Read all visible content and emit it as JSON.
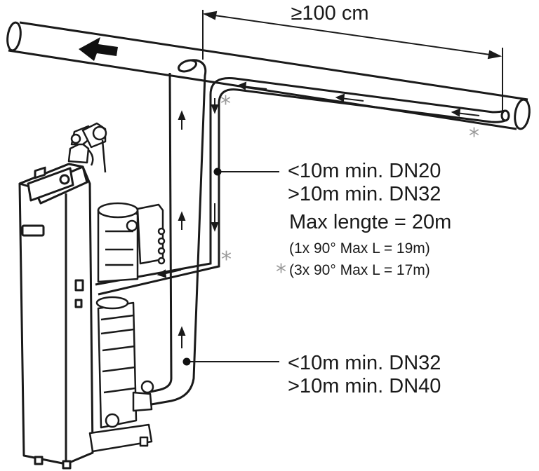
{
  "dimension": {
    "label": "≥100 cm"
  },
  "upper_pipe": {
    "line1": "<10m min. DN20",
    "line2": ">10m min. DN32",
    "max_length": "Max lengte = 20m",
    "rule_1x90": "(1x 90° Max L = 19m)",
    "rule_3x90": "(3x 90° Max L = 17m)"
  },
  "lower_pipe": {
    "line1": "<10m min. DN32",
    "line2": ">10m min. DN40"
  },
  "marks": {
    "asterisk": "*"
  },
  "colors": {
    "line": "#1a1a1a",
    "asterisk": "#9a9a9a"
  }
}
